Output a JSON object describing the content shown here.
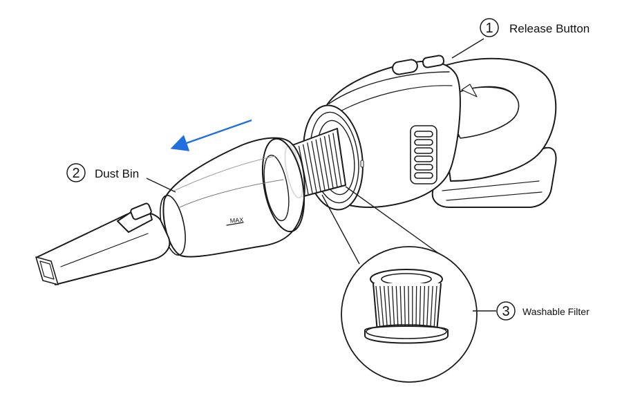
{
  "diagram": {
    "callouts": [
      {
        "number": "1",
        "label": "Release Button"
      },
      {
        "number": "2",
        "label": "Dust Bin"
      },
      {
        "number": "3",
        "label": "Washable Filter"
      }
    ],
    "dust_bin_marking": "MAX"
  },
  "colors": {
    "line": "#1a1a1a",
    "arrow": "#1f6fe0",
    "background": "#ffffff"
  },
  "icons": [
    "direction-arrow-icon"
  ]
}
